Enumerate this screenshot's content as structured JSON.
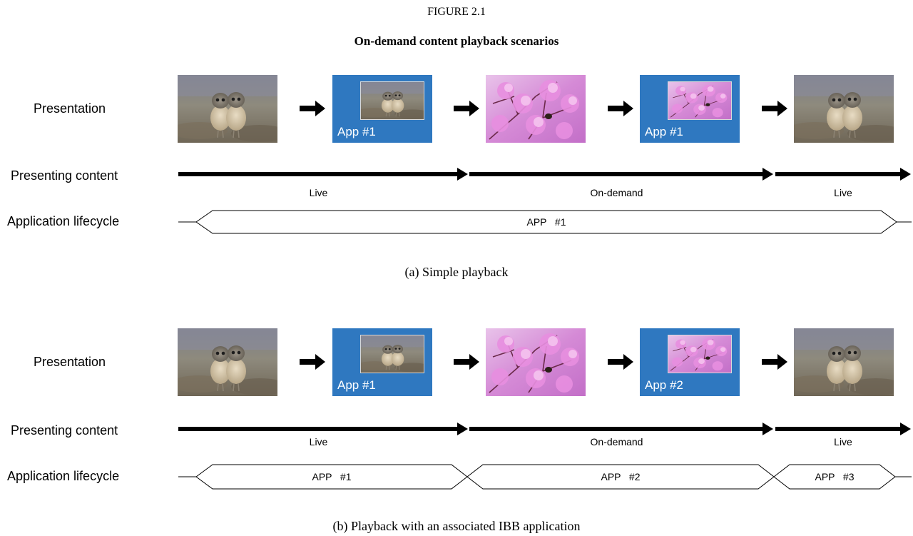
{
  "figure": {
    "number": "FIGURE 2.1",
    "title": "On-demand content playback scenarios"
  },
  "row_labels": {
    "presentation": "Presentation",
    "presenting_content": "Presenting content",
    "application_lifecycle": "Application lifecycle"
  },
  "panel_a": {
    "caption": "(a) Simple playback",
    "frames": [
      {
        "kind": "image",
        "image": "owls"
      },
      {
        "kind": "app",
        "label": "App #1",
        "inset": "owls"
      },
      {
        "kind": "image",
        "image": "flowers"
      },
      {
        "kind": "app",
        "label": "App #1",
        "inset": "flowers"
      },
      {
        "kind": "image",
        "image": "owls"
      }
    ],
    "segments": [
      "Live",
      "On-demand",
      "Live"
    ],
    "lifecycle": [
      "APP   #1"
    ]
  },
  "panel_b": {
    "caption": "(b) Playback with an associated IBB application",
    "frames": [
      {
        "kind": "image",
        "image": "owls"
      },
      {
        "kind": "app",
        "label": "App #1",
        "inset": "owls"
      },
      {
        "kind": "image",
        "image": "flowers"
      },
      {
        "kind": "app",
        "label": "App #2",
        "inset": "flowers"
      },
      {
        "kind": "image",
        "image": "owls"
      }
    ],
    "segments": [
      "Live",
      "On-demand",
      "Live"
    ],
    "lifecycle": [
      "APP   #1",
      "APP   #2",
      "APP   #3"
    ]
  },
  "colors": {
    "app_blue": "#2f78c0",
    "arrow": "#000000"
  }
}
